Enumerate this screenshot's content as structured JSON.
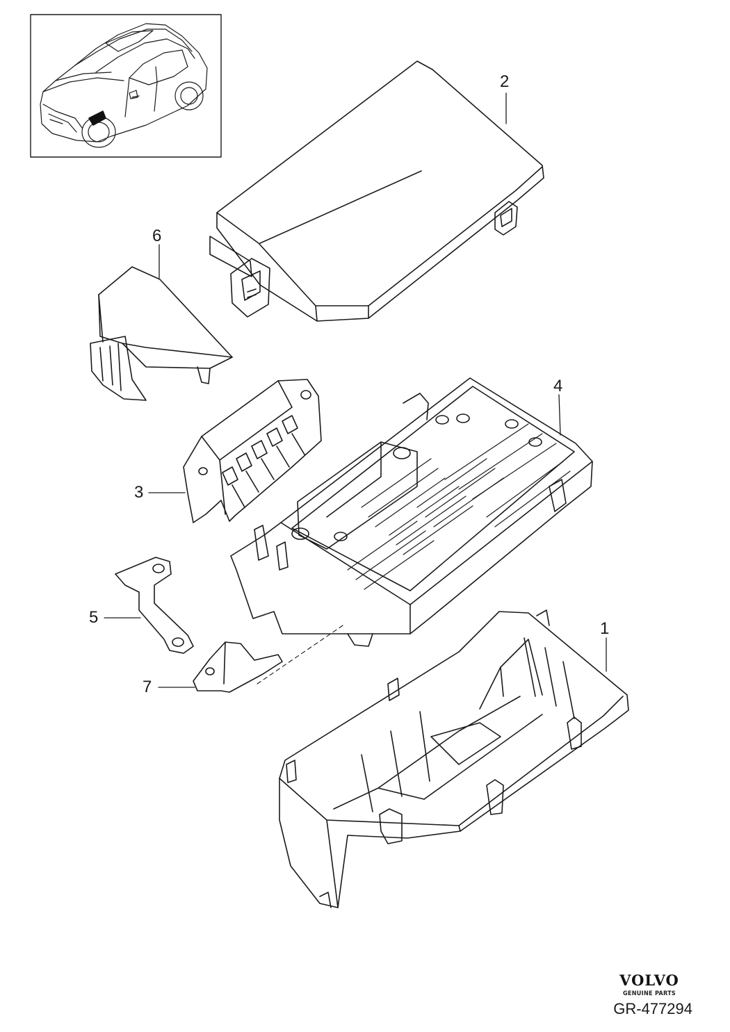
{
  "callouts": [
    {
      "id": "1",
      "label": "1"
    },
    {
      "id": "2",
      "label": "2"
    },
    {
      "id": "3",
      "label": "3"
    },
    {
      "id": "4",
      "label": "4"
    },
    {
      "id": "5",
      "label": "5"
    },
    {
      "id": "6",
      "label": "6"
    },
    {
      "id": "7",
      "label": "7"
    }
  ],
  "brand": {
    "name": "VOLVO",
    "subtitle": "GENUINE PARTS"
  },
  "reference": "GR-477294",
  "colors": {
    "line": "#1a1a1a",
    "background": "#ffffff",
    "highlight": "#111111"
  }
}
